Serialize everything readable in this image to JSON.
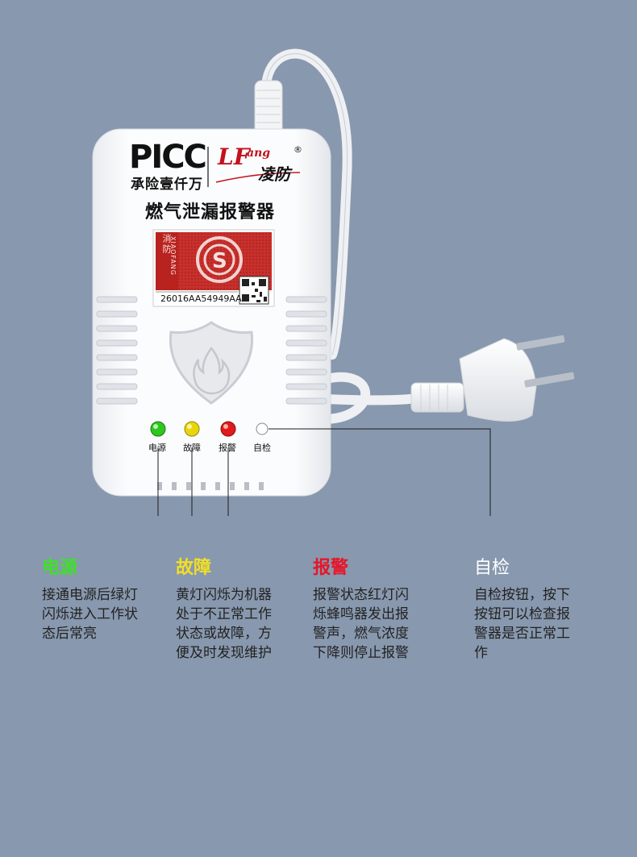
{
  "device": {
    "brand_picc": "PICC",
    "brand_picc_sub": "承险壹仟万",
    "brand_lf": "LF",
    "brand_lf_sup": "ang",
    "brand_lf_cn": "凌防",
    "registered_mark": "®",
    "title": "燃气泄漏报警器",
    "fire_label_cn": "消防",
    "fire_label_en": "XIAOFANG",
    "serial": "26016AA54949AA",
    "leds": [
      {
        "label": "电源",
        "color": "#2fc61f"
      },
      {
        "label": "故障",
        "color": "#e8d50c"
      },
      {
        "label": "报警",
        "color": "#e11a1a"
      },
      {
        "label": "自检",
        "color": "#ffffff"
      }
    ]
  },
  "legend": [
    {
      "title": "电源",
      "color": "#3fe02a",
      "desc": "接通电源后绿灯闪烁进入工作状态后常亮"
    },
    {
      "title": "故障",
      "color": "#f2df23",
      "desc": "黄灯闪烁为机器处于不正常工作状态或故障，方便及时发现维护"
    },
    {
      "title": "报警",
      "color": "#e5162a",
      "desc": "报警状态红灯闪烁蜂鸣器发出报警声，燃气浓度下降则停止报警"
    },
    {
      "title": "自检",
      "color": "#ffffff",
      "desc": "自检按钮，按下按钮可以检查报警器是否正常工作"
    }
  ]
}
